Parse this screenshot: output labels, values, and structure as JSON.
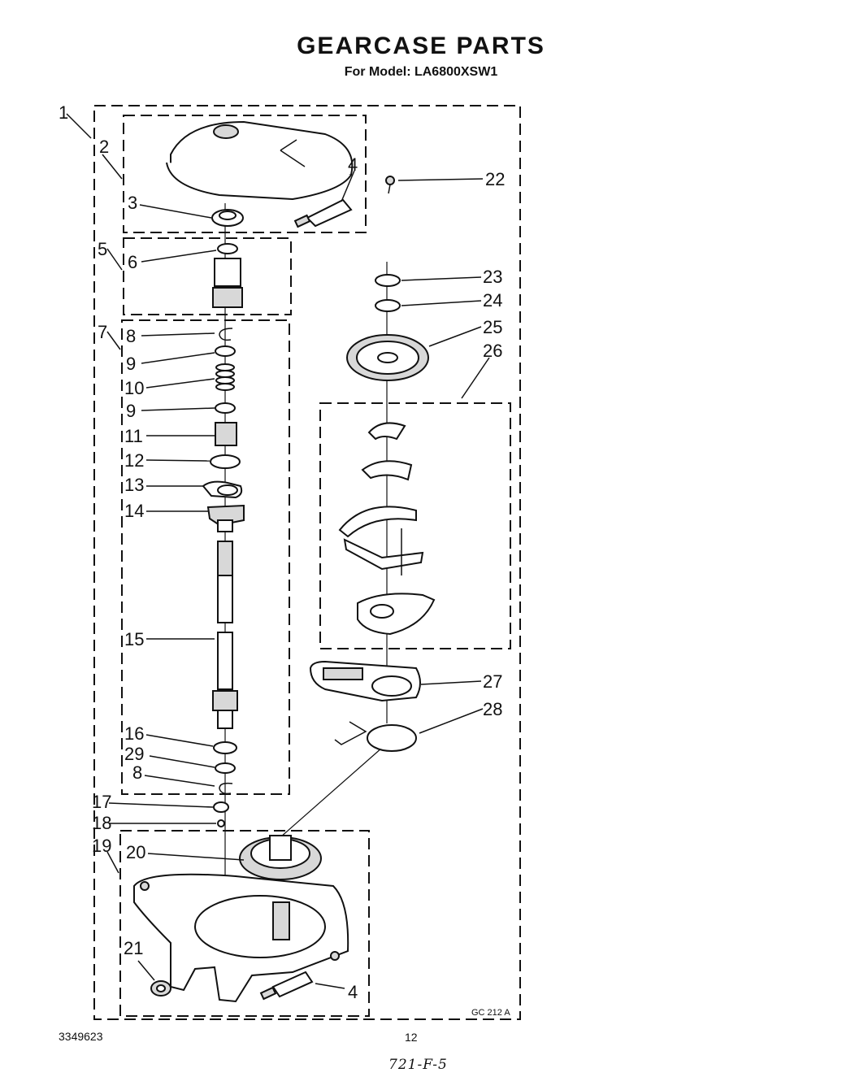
{
  "header": {
    "title": "GEARCASE PARTS",
    "subtitle": "For Model: LA6800XSW1"
  },
  "callouts": {
    "c1": "1",
    "c2": "2",
    "c3": "3",
    "c4a": "4",
    "c4b": "4",
    "c5": "5",
    "c6": "6",
    "c7": "7",
    "c8a": "8",
    "c8b": "8",
    "c9a": "9",
    "c9b": "9",
    "c10": "10",
    "c11": "11",
    "c12": "12",
    "c13": "13",
    "c14": "14",
    "c15": "15",
    "c16": "16",
    "c17": "17",
    "c18": "18",
    "c19": "19",
    "c20": "20",
    "c21": "21",
    "c22": "22",
    "c23": "23",
    "c24": "24",
    "c25": "25",
    "c26": "26",
    "c27": "27",
    "c28": "28",
    "c29": "29"
  },
  "diagram_code": "GC 212 A",
  "footer": {
    "part_number": "3349623",
    "page": "12",
    "handwritten": "721-F-5"
  }
}
